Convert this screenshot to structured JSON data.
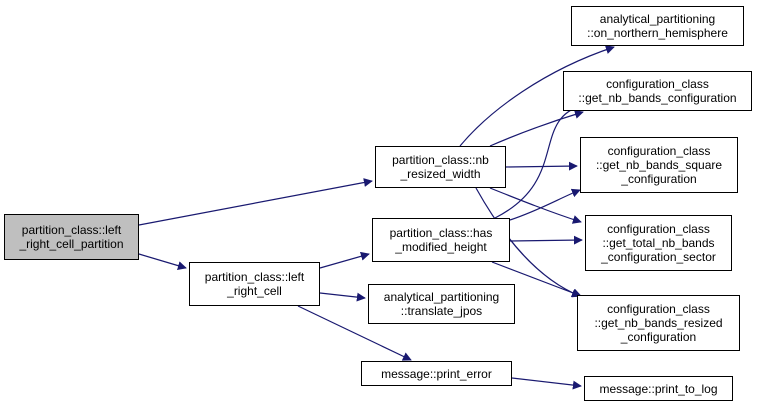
{
  "colors": {
    "edge": "#191970",
    "root_fill": "#bfbfbf",
    "node_fill": "#ffffff",
    "border": "#000000"
  },
  "nodes": {
    "root": [
      "partition_class::left",
      "_right_cell_partition"
    ],
    "left_right_cell": [
      "partition_class::left",
      "_right_cell"
    ],
    "nb_resized_width": [
      "partition_class::nb",
      "_resized_width"
    ],
    "has_modified_height": [
      "partition_class::has",
      "_modified_height"
    ],
    "translate_jpos": [
      "analytical_partitioning",
      "::translate_jpos"
    ],
    "print_error": [
      "message::print_error"
    ],
    "on_northern_hemisphere": [
      "analytical_partitioning",
      "::on_northern_hemisphere"
    ],
    "get_nb_bands_configuration": [
      "configuration_class",
      "::get_nb_bands_configuration"
    ],
    "get_nb_bands_square_configuration": [
      "configuration_class",
      "::get_nb_bands_square",
      "_configuration"
    ],
    "get_total_nb_bands_configuration_sector": [
      "configuration_class",
      "::get_total_nb_bands",
      "_configuration_sector"
    ],
    "get_nb_bands_resized_configuration": [
      "configuration_class",
      "::get_nb_bands_resized",
      "_configuration"
    ],
    "print_to_log": [
      "message::print_to_log"
    ]
  },
  "edges": [
    [
      "root",
      "nb_resized_width"
    ],
    [
      "root",
      "left_right_cell"
    ],
    [
      "left_right_cell",
      "has_modified_height"
    ],
    [
      "left_right_cell",
      "translate_jpos"
    ],
    [
      "left_right_cell",
      "print_error"
    ],
    [
      "nb_resized_width",
      "on_northern_hemisphere"
    ],
    [
      "nb_resized_width",
      "get_nb_bands_configuration"
    ],
    [
      "nb_resized_width",
      "get_nb_bands_square_configuration"
    ],
    [
      "nb_resized_width",
      "get_total_nb_bands_configuration_sector"
    ],
    [
      "nb_resized_width",
      "get_nb_bands_resized_configuration"
    ],
    [
      "has_modified_height",
      "get_nb_bands_configuration"
    ],
    [
      "has_modified_height",
      "get_nb_bands_square_configuration"
    ],
    [
      "has_modified_height",
      "get_total_nb_bands_configuration_sector"
    ],
    [
      "has_modified_height",
      "get_nb_bands_resized_configuration"
    ],
    [
      "print_error",
      "print_to_log"
    ]
  ]
}
